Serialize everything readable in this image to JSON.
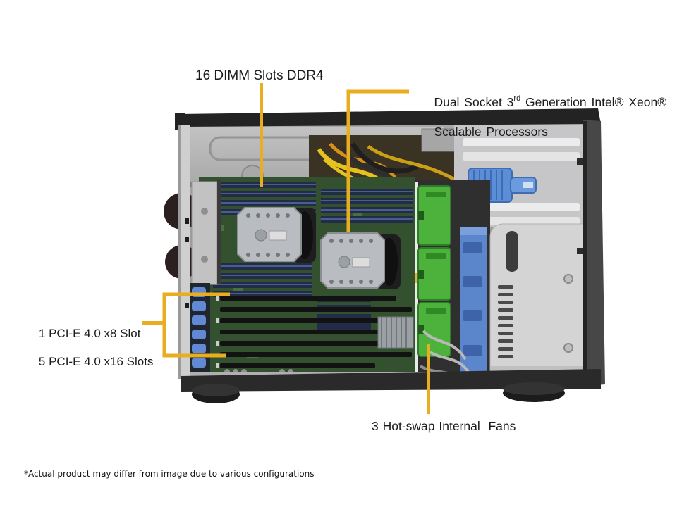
{
  "colors": {
    "callout": "#E9AE20",
    "fan_green": "#4CB23C",
    "rail_blue": "#5C86CC",
    "pcb_green": "#33502F",
    "chassis_dark": "#232323",
    "panel_light": "#D4D4D4"
  },
  "labels": {
    "dimm": "16 DIMM Slots DDR4",
    "cpu_line1_pre": "Dual Socket 3",
    "cpu_line1_sup": "rd",
    "cpu_line1_post": " Generation Intel® Xeon®",
    "cpu_line2": "Scalable Processors",
    "pcie_line1": "1 PCI-E 4.0 x8 Slot",
    "pcie_line2": "5 PCI-E 4.0 x16 Slots",
    "fans": "3 Hot-swap Internal  Fans",
    "disclaimer": "*Actual product may differ from image due to various configurations"
  }
}
